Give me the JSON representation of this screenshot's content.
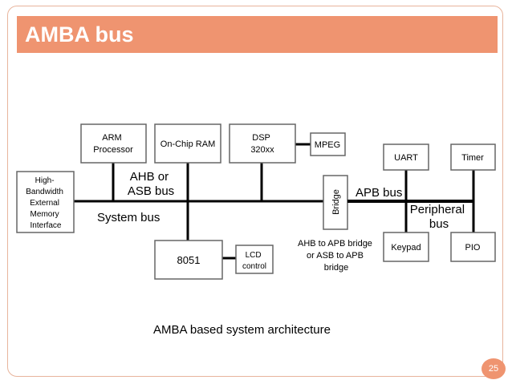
{
  "slide": {
    "title": "AMBA bus",
    "caption": "AMBA based system architecture",
    "page_number": "25"
  },
  "colors": {
    "accent": "#ef9470",
    "frame_border": "#e8b49c",
    "line": "#000000",
    "node_border": "#666666"
  },
  "diagram": {
    "nodes": {
      "arm": [
        "ARM",
        "Processor"
      ],
      "ram": [
        "On-Chip RAM"
      ],
      "dsp": [
        "DSP",
        "320xx"
      ],
      "mpeg": [
        "MPEG"
      ],
      "mem": [
        "High-",
        "Bandwidth",
        "External",
        "Memory",
        "Interface"
      ],
      "cpu8051": [
        "8051"
      ],
      "lcd": [
        "LCD",
        "control"
      ],
      "bridge": [
        "Bridge"
      ],
      "uart": [
        "UART"
      ],
      "timer": [
        "Timer"
      ],
      "keypad": [
        "Keypad"
      ],
      "pio": [
        "PIO"
      ]
    },
    "labels": {
      "ahb": [
        "AHB or",
        "ASB bus"
      ],
      "system_bus": [
        "System bus"
      ],
      "apb_bus": [
        "APB bus"
      ],
      "peripheral": [
        "Peripheral",
        "bus"
      ],
      "bridge_note": [
        "AHB to APB bridge",
        "or  ASB to APB",
        "bridge"
      ]
    }
  }
}
